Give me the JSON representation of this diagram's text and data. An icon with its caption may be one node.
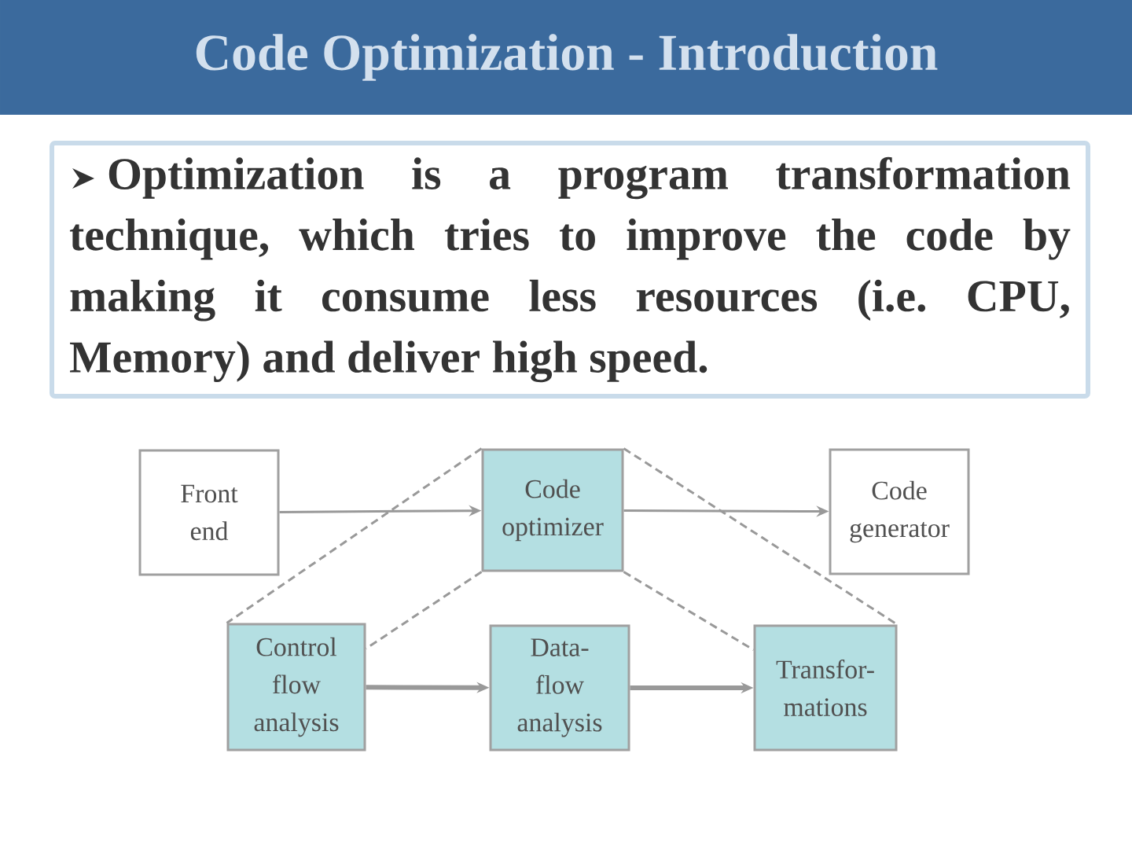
{
  "diagram": {
    "title": "Code Optimization - Introduction",
    "nodes": [
      {
        "text": [
          "Optimization is a program transformation technique, which tries to improve the code by making it consume less resources (i.e. CPU, Memory) and deliver high speed."
        ]
      },
      {
        "text": [
          "Front end"
        ]
      },
      {
        "text": [
          "Code optimizer"
        ]
      },
      {
        "text": [
          "Code generator"
        ]
      },
      {
        "text": [
          "Control flow analysis"
        ]
      },
      {
        "text": [
          "Data- flow analysis"
        ]
      },
      {
        "text": [
          "Transfor- mations"
        ]
      }
    ],
    "edges": [
      {
        "from": 1,
        "to": 2,
        "arrow": "to"
      },
      {
        "from": 2,
        "to": 3,
        "arrow": "to"
      },
      {
        "from": 2,
        "to": 4,
        "arrow": "none",
        "style": "dashed"
      },
      {
        "from": 2,
        "to": 4,
        "arrow": "none",
        "style": "dashed"
      },
      {
        "from": 2,
        "to": 6,
        "arrow": "none",
        "style": "dashed"
      },
      {
        "from": 2,
        "to": 6,
        "arrow": "none",
        "style": "dashed"
      },
      {
        "from": 4,
        "to": 5,
        "arrow": "to",
        "style": "thick"
      },
      {
        "from": 5,
        "to": 6,
        "arrow": "to",
        "style": "thick"
      }
    ]
  }
}
